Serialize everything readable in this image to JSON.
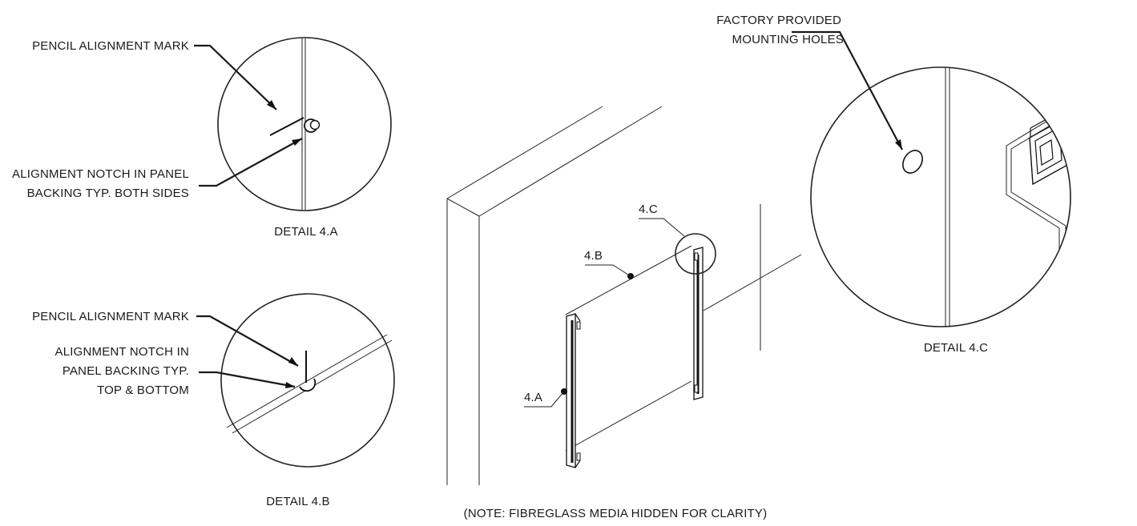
{
  "detail_a": {
    "caption": "DETAIL 4.A",
    "label_mark": "PENCIL ALIGNMENT MARK",
    "label_notch_1": "ALIGNMENT NOTCH IN PANEL",
    "label_notch_2": "BACKING TYP. BOTH SIDES"
  },
  "detail_b": {
    "caption": "DETAIL 4.B",
    "label_mark": "PENCIL ALIGNMENT MARK",
    "label_notch_1": "ALIGNMENT NOTCH IN",
    "label_notch_2": "PANEL BACKING TYP.",
    "label_notch_3": "TOP & BOTTOM"
  },
  "detail_c": {
    "caption": "DETAIL 4.C",
    "label_holes_1": "FACTORY PROVIDED",
    "label_holes_2": "MOUNTING HOLES"
  },
  "main_view": {
    "callout_a": "4.A",
    "callout_b": "4.B",
    "callout_c": "4.C",
    "note": "(NOTE: FIBREGLASS MEDIA HIDDEN FOR CLARITY)"
  }
}
